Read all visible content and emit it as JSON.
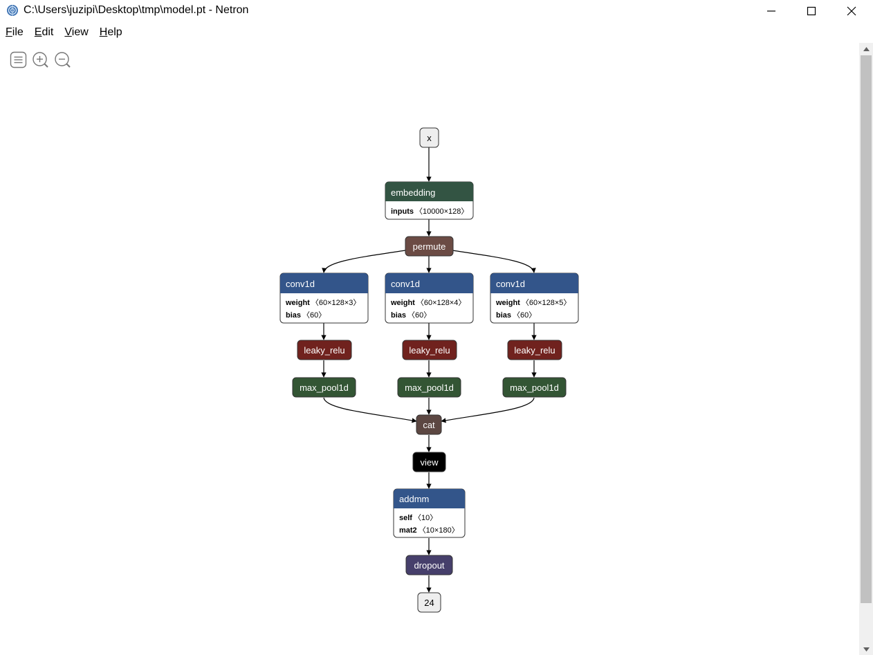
{
  "window": {
    "title": "C:\\Users\\juzipi\\Desktop\\tmp\\model.pt - Netron"
  },
  "menu": {
    "items": [
      {
        "first": "F",
        "rest": "ile"
      },
      {
        "first": "E",
        "rest": "dit"
      },
      {
        "first": "V",
        "rest": "iew"
      },
      {
        "first": "H",
        "rest": "elp"
      }
    ]
  },
  "colors": {
    "embedding": "#335443",
    "permute": "#6b4b44",
    "conv": "#33558a",
    "leaky_relu": "#70221e",
    "max_pool": "#335534",
    "cat": "#5c4742",
    "view": "#000000",
    "addmm": "#33558a",
    "dropout": "#463f6b",
    "io": "#eeeeee"
  },
  "graph": {
    "input_label": "x",
    "embedding": {
      "title": "embedding",
      "attrs": [
        {
          "name": "inputs",
          "value": "〈10000×128〉"
        }
      ]
    },
    "permute": "permute",
    "conv_branches": [
      {
        "title": "conv1d",
        "attrs": [
          {
            "name": "weight",
            "value": "〈60×128×3〉"
          },
          {
            "name": "bias",
            "value": "〈60〉"
          }
        ],
        "act": "leaky_relu",
        "pool": "max_pool1d"
      },
      {
        "title": "conv1d",
        "attrs": [
          {
            "name": "weight",
            "value": "〈60×128×4〉"
          },
          {
            "name": "bias",
            "value": "〈60〉"
          }
        ],
        "act": "leaky_relu",
        "pool": "max_pool1d"
      },
      {
        "title": "conv1d",
        "attrs": [
          {
            "name": "weight",
            "value": "〈60×128×5〉"
          },
          {
            "name": "bias",
            "value": "〈60〉"
          }
        ],
        "act": "leaky_relu",
        "pool": "max_pool1d"
      }
    ],
    "cat": "cat",
    "view": "view",
    "addmm": {
      "title": "addmm",
      "attrs": [
        {
          "name": "self",
          "value": "〈10〉"
        },
        {
          "name": "mat2",
          "value": "〈10×180〉"
        }
      ]
    },
    "dropout": "dropout",
    "output_label": "24"
  }
}
